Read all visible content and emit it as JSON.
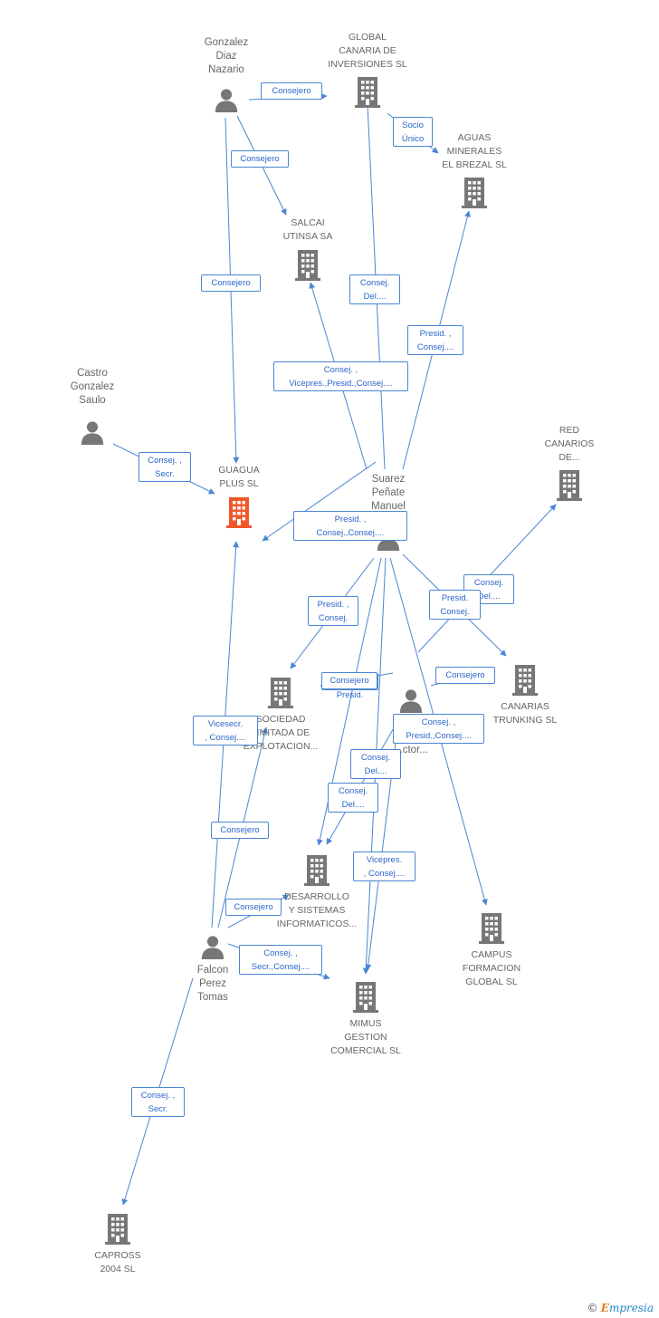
{
  "colors": {
    "edge": "#4a86d4",
    "node": "#777777",
    "highlight": "#f0582a",
    "label_text": "#2a66c8"
  },
  "nodes": [
    {
      "id": "gonzalez",
      "type": "person",
      "label": "Gonzalez\nDiaz\nNazario"
    },
    {
      "id": "global_canaria",
      "type": "company",
      "label": "GLOBAL\nCANARIA DE\nINVERSIONES SL"
    },
    {
      "id": "aguas",
      "type": "company",
      "label": "AGUAS\nMINERALES\nEL BREZAL SL"
    },
    {
      "id": "salcai",
      "type": "company",
      "label": "SALCAI\nUTINSA SA"
    },
    {
      "id": "castro",
      "type": "person",
      "label": "Castro\nGonzalez\nSaulo"
    },
    {
      "id": "guagua",
      "type": "company",
      "highlight": true,
      "label": "GUAGUA\nPLUS SL"
    },
    {
      "id": "suarez",
      "type": "person",
      "label": "Suarez\nPeñate\nManuel"
    },
    {
      "id": "red_canarios",
      "type": "company",
      "label": "RED\nCANARIOS\nDE..."
    },
    {
      "id": "sociedad",
      "type": "company",
      "label": "SOCIEDAD\nLIMITADA DE\nEXPLOTACION..."
    },
    {
      "id": "q_person",
      "type": "person",
      "label": "Q...\nHe...\n...ctor..."
    },
    {
      "id": "canarias_trunking",
      "type": "company",
      "label": "CANARIAS\nTRUNKING SL"
    },
    {
      "id": "desarrollo",
      "type": "company",
      "label": "DESARROLLO\nY SISTEMAS\nINFORMATICOS..."
    },
    {
      "id": "campus",
      "type": "company",
      "label": "CAMPUS\nFORMACION\nGLOBAL SL"
    },
    {
      "id": "falcon",
      "type": "person",
      "label": "Falcon\nPerez\nTomas"
    },
    {
      "id": "mimus",
      "type": "company",
      "label": "MIMUS\nGESTION\nCOMERCIAL SL"
    },
    {
      "id": "capross",
      "type": "company",
      "label": "CAPROSS\n2004 SL"
    }
  ],
  "edges": [
    {
      "from": "gonzalez",
      "to": "global_canaria",
      "label": "Consejero"
    },
    {
      "from": "gonzalez",
      "to": "salcai",
      "label": "Consejero"
    },
    {
      "from": "gonzalez",
      "to": "guagua",
      "label": "Consejero"
    },
    {
      "from": "global_canaria",
      "to": "aguas",
      "label": "Socio\nÚnico"
    },
    {
      "from": "castro",
      "to": "guagua",
      "label": "Consej. ,\nSecr."
    },
    {
      "from": "suarez",
      "to": "global_canaria",
      "label": "Consej.\nDel...."
    },
    {
      "from": "suarez",
      "to": "aguas",
      "label": "Presid. ,\nConsej...."
    },
    {
      "from": "suarez",
      "to": "salcai",
      "label": "Consej. ,\nVicepres.,Presid.,Consej...."
    },
    {
      "from": "suarez",
      "to": "guagua",
      "label": "Presid. ,\nConsej.,Consej...."
    },
    {
      "from": "suarez",
      "to": "red_canarios",
      "label": "Consej.\nDel...."
    },
    {
      "from": "suarez",
      "to": "canarias_trunking",
      "label": "Presid.\nConsej."
    },
    {
      "from": "suarez",
      "to": "sociedad",
      "label": "Presid. ,\nConsej."
    },
    {
      "from": "suarez",
      "to": "desarrollo",
      "label": "Consej.\nDel...."
    },
    {
      "from": "suarez",
      "to": "mimus",
      "label": "Vicepres.\n, Consej...."
    },
    {
      "from": "suarez",
      "to": "campus",
      "label": "Consej. ,\nPresid.,Consej...."
    },
    {
      "from": "q_person",
      "to": "sociedad",
      "label": "Consej. ,\nPresid."
    },
    {
      "from": "q_person",
      "to": "canarias_trunking",
      "label": "Consejero"
    },
    {
      "from": "q_person",
      "to": "desarrollo",
      "label": "Consej.\nDel...."
    },
    {
      "from": "q_person",
      "to": "mimus",
      "label": "Consejero"
    },
    {
      "from": "falcon",
      "to": "guagua",
      "label": "Vicesecr.\n, Consej...."
    },
    {
      "from": "falcon",
      "to": "sociedad",
      "label": "Consejero"
    },
    {
      "from": "falcon",
      "to": "desarrollo",
      "label": "Consejero"
    },
    {
      "from": "falcon",
      "to": "mimus",
      "label": "Consej. ,\nSecr.,Consej...."
    },
    {
      "from": "falcon",
      "to": "capross",
      "label": "Consej. ,\nSecr."
    }
  ],
  "footer": {
    "copyright": "©",
    "brand_initial": "E",
    "brand_rest": "mpresia"
  }
}
